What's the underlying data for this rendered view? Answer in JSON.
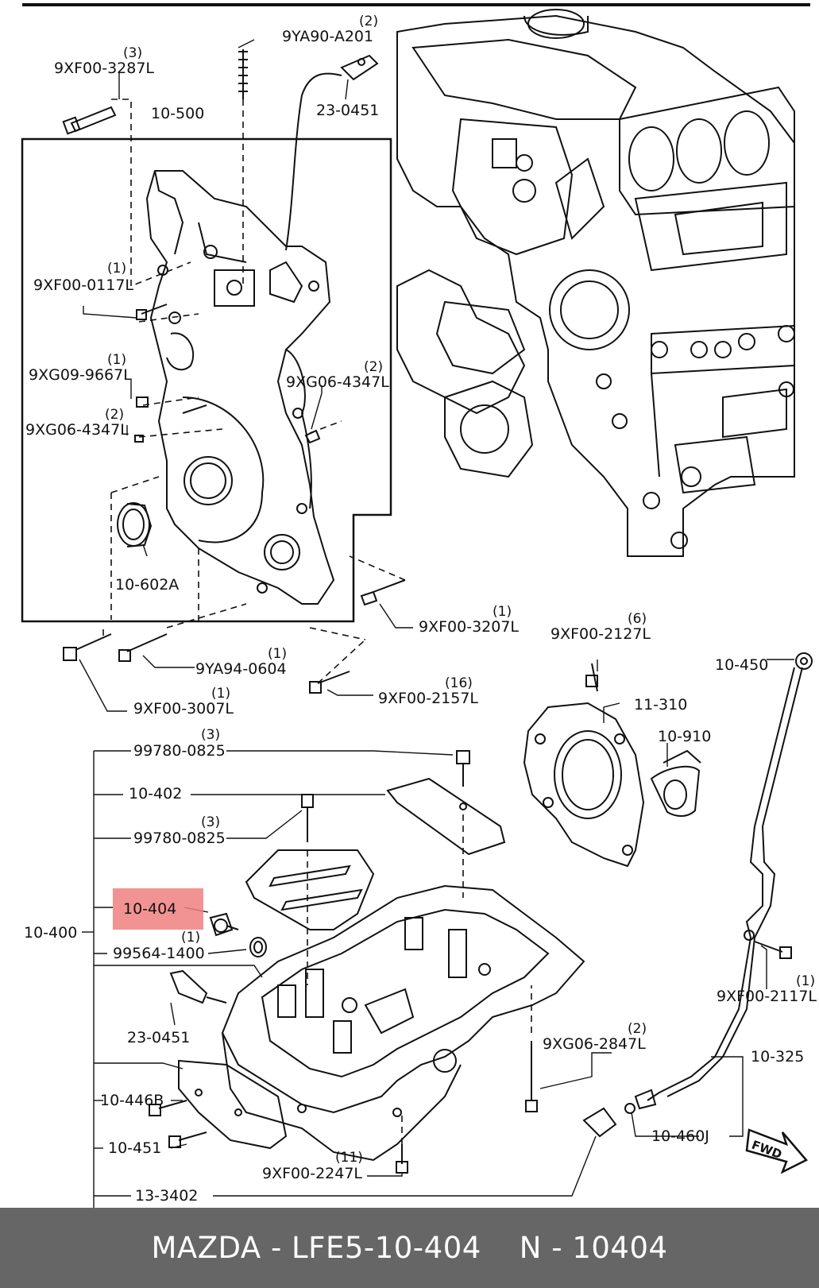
{
  "highlight_color": "#f08080",
  "labels": {
    "a1": {
      "qty": "(3)",
      "part": "9XF00-3287L"
    },
    "a2": {
      "qty": "(2)",
      "part": "9YA90-A201"
    },
    "a3": {
      "part": "23-0451"
    },
    "a4": {
      "part": "10-500"
    },
    "a5": {
      "qty": "(1)",
      "part": "9XF00-0117L"
    },
    "a6": {
      "qty": "(1)",
      "part": "9XG09-9667L"
    },
    "a7": {
      "qty": "(2)",
      "part": "9XG06-4347L"
    },
    "a8": {
      "qty": "(2)",
      "part": "9XG06-4347L"
    },
    "a9": {
      "part": "10-602A"
    },
    "a10": {
      "qty": "(1)",
      "part": "9XF00-3207L"
    },
    "a11": {
      "qty": "(1)",
      "part": "9YA94-0604"
    },
    "a12": {
      "qty": "(1)",
      "part": "9XF00-3007L"
    },
    "a13": {
      "qty": "(16)",
      "part": "9XF00-2157L"
    },
    "a14": {
      "qty": "(6)",
      "part": "9XF00-2127L"
    },
    "a15": {
      "part": "11-310"
    },
    "a16": {
      "part": "10-910"
    },
    "a17": {
      "part": "10-450"
    },
    "b1": {
      "qty": "(3)",
      "part": "99780-0825"
    },
    "b2": {
      "part": "10-402"
    },
    "b3": {
      "qty": "(3)",
      "part": "99780-0825"
    },
    "b4": {
      "part": "10-404"
    },
    "b5": {
      "part": "10-400"
    },
    "b6": {
      "qty": "(1)",
      "part": "99564-1400"
    },
    "b7": {
      "part": "23-0451"
    },
    "b8": {
      "qty": "(2)",
      "part": "9XG06-2847L"
    },
    "b9": {
      "qty": "(1)",
      "part": "9XF00-2117L"
    },
    "b10": {
      "part": "10-446B"
    },
    "b11": {
      "part": "10-451"
    },
    "b12": {
      "qty": "(11)",
      "part": "9XF00-2247L"
    },
    "b13": {
      "part": "10-325"
    },
    "b14": {
      "part": "10-460J"
    },
    "b15": {
      "part": "13-3402"
    }
  },
  "fwd_label": "FWD",
  "footer": {
    "left": "MAZDA - LFE5-10-404",
    "right": "N - 10404"
  }
}
